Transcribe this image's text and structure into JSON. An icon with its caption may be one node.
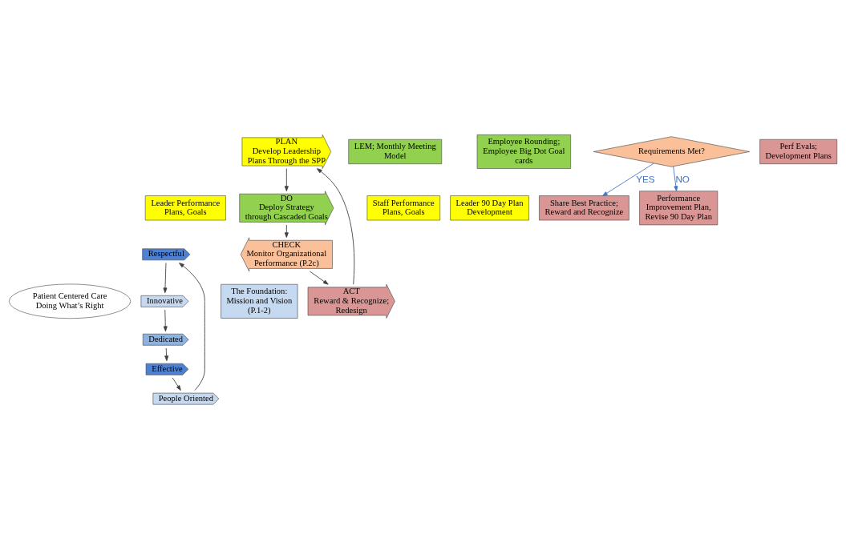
{
  "diagram": {
    "nodes": [
      {
        "text": [
          "PLAN",
          "Develop Leadership Plans Through the SPP"
        ]
      },
      {
        "text": [
          "Leader Performance Plans, Goals"
        ]
      },
      {
        "text": [
          "Staff Performance Plans, Goals"
        ]
      },
      {
        "text": [
          "Leader 90 Day Plan Development"
        ]
      },
      {
        "text": [
          "DO",
          "Deploy Strategy through Cascaded Goals"
        ]
      },
      {
        "text": [
          "LEM; Monthly Meeting Model"
        ]
      },
      {
        "text": [
          "Employee Rounding; Employee Big Dot Goal cards"
        ]
      },
      {
        "text": [
          "CHECK",
          "Monitor Organizational Performance (P.2c)"
        ]
      },
      {
        "text": [
          "Requirements Met?"
        ]
      },
      {
        "text": [
          "Share Best Practice; Reward and Recognize"
        ]
      },
      {
        "text": [
          "Performance Improvement Plan, Revise 90 Day Plan"
        ]
      },
      {
        "text": [
          "Perf Evals; Development Plans"
        ]
      },
      {
        "text": [
          "ACT",
          "Reward & Recognize; Redesign"
        ]
      },
      {
        "text": [
          "Patient Centered Care",
          "Doing What’s Right"
        ]
      },
      {
        "text": [
          "Respectful"
        ]
      },
      {
        "text": [
          "Innovative"
        ]
      },
      {
        "text": [
          "Dedicated"
        ]
      },
      {
        "text": [
          "Effective"
        ]
      },
      {
        "text": [
          "People Oriented"
        ]
      },
      {
        "text": [
          "The Foundation: Mission and Vision (P.1-2)"
        ]
      }
    ],
    "edges": [
      {
        "from": 0,
        "to": 4,
        "arrow": "to"
      },
      {
        "from": 4,
        "to": 7,
        "arrow": "to"
      },
      {
        "from": 7,
        "to": 12,
        "arrow": "to"
      },
      {
        "from": 12,
        "to": 0,
        "arrow": "to"
      },
      {
        "from": 8,
        "to": 10,
        "arrow": "to",
        "label": "NO",
        "color": "#4472c4"
      },
      {
        "from": 8,
        "to": 9,
        "arrow": "to",
        "label": "YES",
        "color": "#4472c4"
      },
      {
        "from": 14,
        "to": 15,
        "arrow": "to"
      },
      {
        "from": 15,
        "to": 16,
        "arrow": "to"
      },
      {
        "from": 16,
        "to": 17,
        "arrow": "to"
      },
      {
        "from": 17,
        "to": 18,
        "arrow": "to"
      },
      {
        "from": 18,
        "to": 14,
        "arrow": "to"
      }
    ]
  }
}
